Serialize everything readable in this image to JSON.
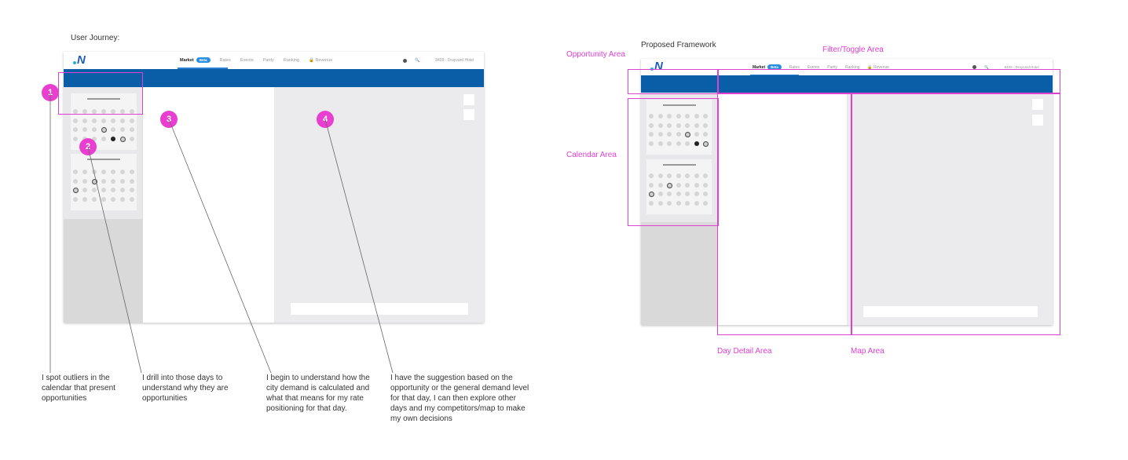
{
  "left": {
    "title": "User Journey:",
    "nav": {
      "market": "Market",
      "badge": "Beta",
      "rates": "Rates",
      "events": "Events",
      "parity": "Parity",
      "ranking": "Ranking",
      "revenue": "Revenue",
      "hotel": "8409 - Drayvard Hotel"
    },
    "markers": [
      "1",
      "2",
      "3",
      "4"
    ],
    "notes": [
      "I spot outliers in the calendar that present opportunities",
      "I drill into those days to understand why they are opportunities",
      "I begin to understand how the city demand is calculated and what that means for my rate positioning for that day.",
      "I have the suggestion based on the opportunity or the general demand level for that day, I can then explore other days and my competitors/map to make my own decisions"
    ]
  },
  "right": {
    "title": "Proposed Framework",
    "nav": {
      "market": "Market",
      "badge": "Beta",
      "rates": "Rates",
      "events": "Events",
      "parity": "Parity",
      "ranking": "Ranking",
      "revenue": "Revenue",
      "hotel": "8409 - Drayvard Hotel"
    },
    "areas": {
      "opportunity": "Opportunity Area",
      "filter": "Filter/Toggle Area",
      "calendar": "Calendar Area",
      "day_detail": "Day Detail Area",
      "map": "Map Area"
    }
  },
  "colors": {
    "accent": "#e040d0",
    "brand_blue": "#0a5ea8"
  }
}
